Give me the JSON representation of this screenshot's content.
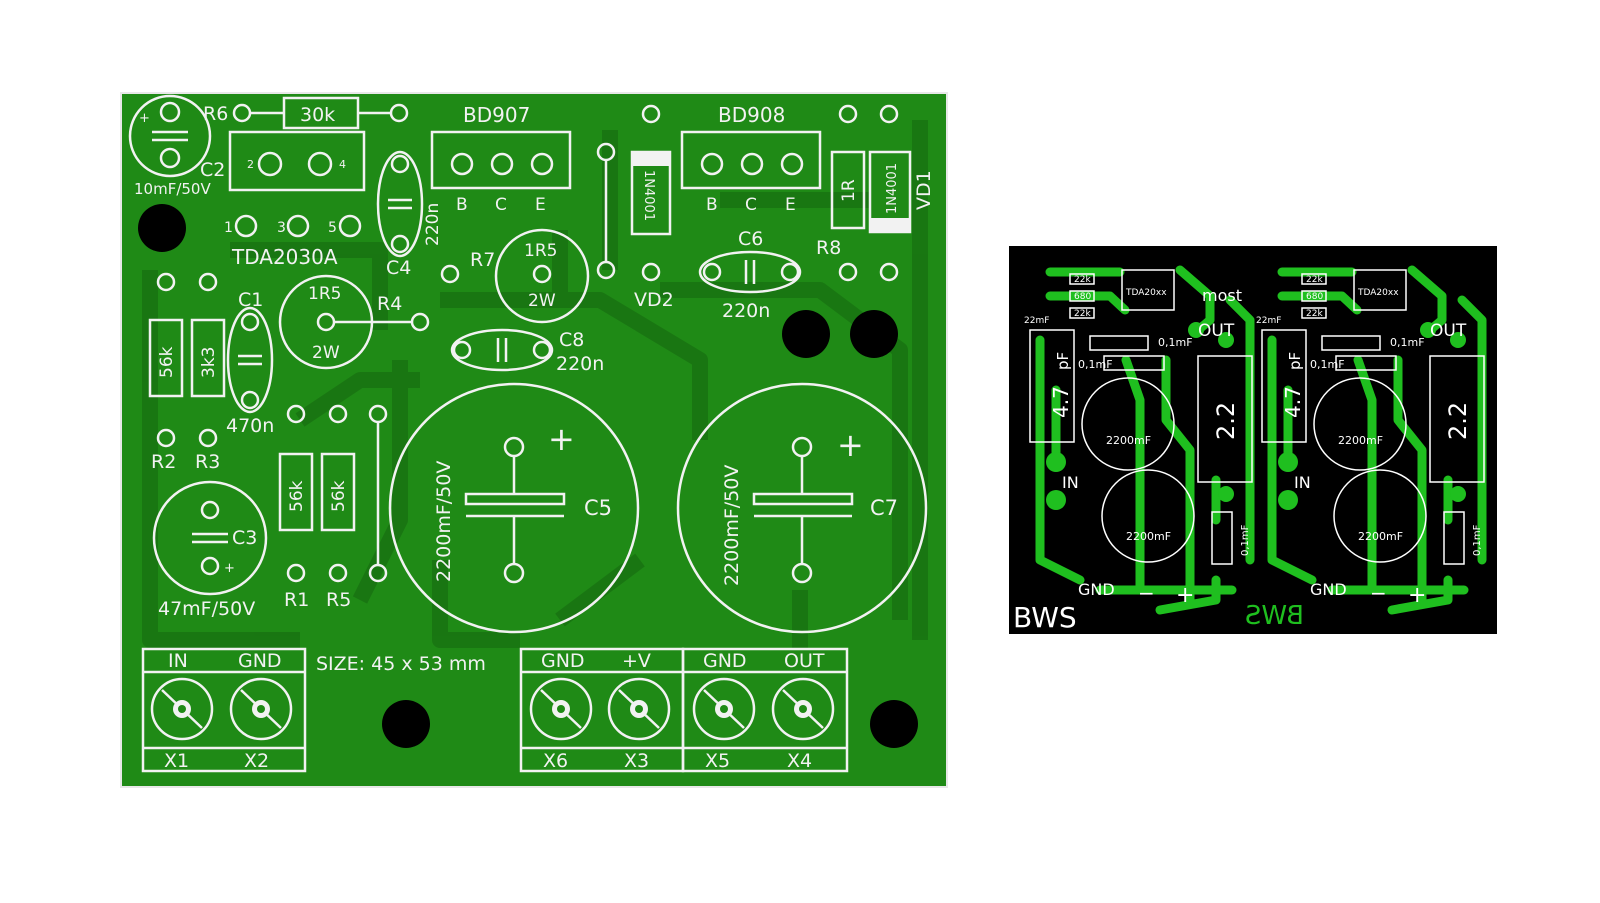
{
  "colors": {
    "board_green": "#1f8a16",
    "trace_green": "#1a7a12",
    "silk_white": "#f2f2f2",
    "black_board": "#000000",
    "bright_trace": "#1fbf1f",
    "background": "#ffffff"
  },
  "left_board": {
    "ic_label": "TDA2030A",
    "ic_pins_top": [
      "2",
      "4"
    ],
    "ic_pins_bottom": [
      "1",
      "3",
      "5"
    ],
    "r6_label": "R6",
    "r6_value": "30k",
    "c2_label": "C2",
    "c2_value": "10mF/50V",
    "c4_label": "C4",
    "c4_value": "220n",
    "bd907_label": "BD907",
    "bd908_label": "BD908",
    "bce": [
      "B",
      "C",
      "E"
    ],
    "vd2_label": "VD2",
    "vd2_part": "1N4001",
    "vd1_label": "VD1",
    "vd1_part": "1N4001",
    "r8_label": "R8",
    "r8_value": "1R",
    "c6_label": "C6",
    "c6_value": "220n",
    "r7_label": "R7",
    "r7_value": "1R5",
    "r7_power": "2W",
    "r4_label": "R4",
    "r4_value": "1R5",
    "r4_power": "2W",
    "c8_label": "C8",
    "c8_value": "220n",
    "c1_label": "C1",
    "c1_value": "470n",
    "r2_label": "R2",
    "r2_value": "56k",
    "r3_label": "R3",
    "r3_value": "3k3",
    "r1_label": "R1",
    "r1_value": "56k",
    "r5_label": "R5",
    "r5_value": "56k",
    "c3_label": "C3",
    "c3_value": "47mF/50V",
    "c5_label": "C5",
    "c5_value": "2200mF/50V",
    "c7_label": "C7",
    "c7_value": "2200mF/50V",
    "plus": "+",
    "size_text": "SIZE: 45 x 53 mm",
    "terminals": [
      {
        "top_a": "IN",
        "top_b": "GND",
        "bot_a": "X1",
        "bot_b": "X2"
      },
      {
        "top_a": "GND",
        "top_b": "+V",
        "bot_a": "X6",
        "bot_b": "X3"
      },
      {
        "top_a": "GND",
        "top_b": "OUT",
        "bot_a": "X5",
        "bot_b": "X4"
      }
    ]
  },
  "right_board": {
    "brand": "BWS",
    "brand_mirrored": "BWS",
    "most": "most",
    "channels": [
      {
        "ic": "TDA20xx",
        "r_a": "22k",
        "r_b": "680",
        "r_c": "22k",
        "c_small": "22mF",
        "cap_47": "4.7",
        "pf": "pF",
        "c01_a": "0,1mF",
        "c01_b": "0,1mF",
        "c01_c": "0,1mF",
        "out": "OUT",
        "res_22": "2.2",
        "big_cap_a": "2200mF",
        "big_cap_b": "2200mF",
        "in": "IN",
        "gnd": "GND",
        "minus": "−",
        "plus": "+"
      },
      {
        "ic": "TDA20xx",
        "r_a": "22k",
        "r_b": "680",
        "r_c": "22k",
        "c_small": "22mF",
        "cap_47": "4.7",
        "pf": "pF",
        "c01_a": "0,1mF",
        "c01_b": "0,1mF",
        "c01_c": "0,1mF",
        "out": "OUT",
        "res_22": "2.2",
        "big_cap_a": "2200mF",
        "big_cap_b": "2200mF",
        "in": "IN",
        "gnd": "GND",
        "minus": "−",
        "plus": "+"
      }
    ]
  }
}
